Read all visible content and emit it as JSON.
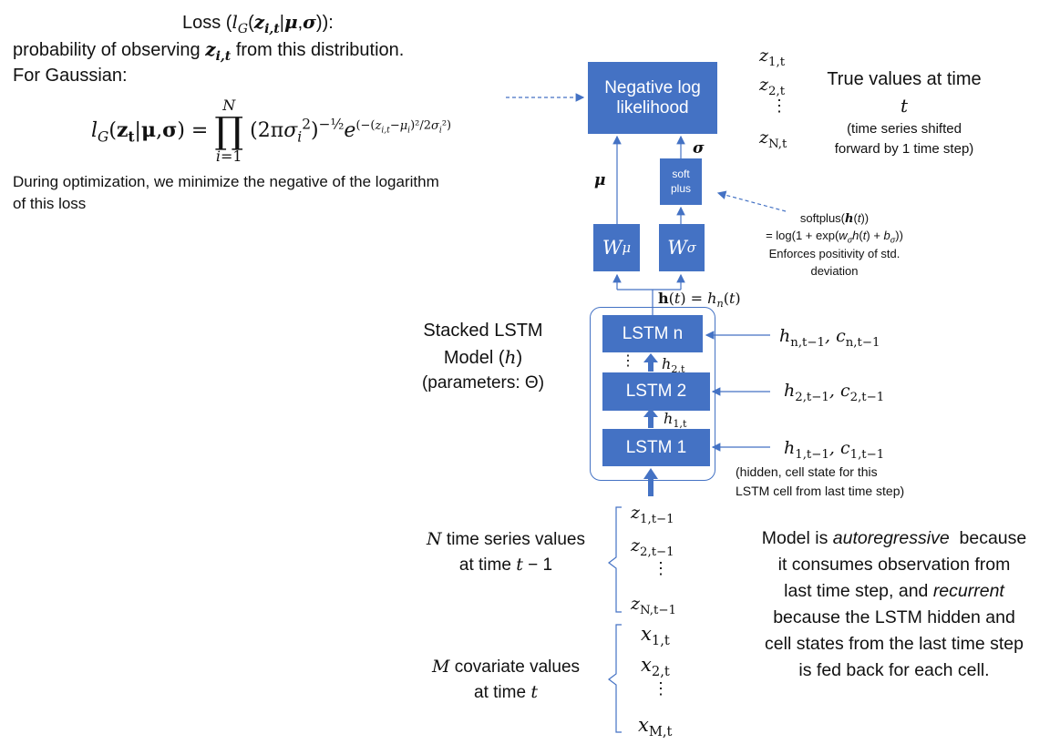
{
  "loss": {
    "title": "Loss (l_G(z_i,t|μ,σ)):",
    "line1": "probability of observing z_i,t from this distribution.",
    "line2": "For Gaussian:",
    "formula": "l_G(z_t|μ,σ) = ∏_{i=1}^{N} (2πσ_i²)^(-1/2) e^(-(z_i,t − μ_i)²/(2σ_i²))",
    "note_line1": "During optimization, we minimize the negative of the logarithm",
    "note_line2": "of this loss"
  },
  "nll_box": {
    "line1": "Negative log",
    "line2": "likelihood"
  },
  "true_values": {
    "items": [
      "z_1,t",
      "z_2,t",
      "⋮",
      "z_N,t"
    ],
    "label_line1": "True values at time",
    "label_line2": "t",
    "sub_line1": "(time series shifted",
    "sub_line2": "forward by 1 time step)"
  },
  "mu_label": "μ",
  "sigma_label": "σ",
  "softplus_box": {
    "line1": "soft",
    "line2": "plus"
  },
  "softplus_note": {
    "line1": "softplus(h(t))",
    "line2": "= log(1 + exp(w_σ h(t) + b_σ))",
    "line3": "Enforces positivity of std.",
    "line4": "deviation"
  },
  "w_mu": "W_μ",
  "w_sigma": "W_σ",
  "h_output": "h(t) = h_n(t)",
  "lstm": {
    "title_line1": "Stacked LSTM",
    "title_line2": "Model (h)",
    "title_line3": "(parameters: Θ)",
    "cells": [
      "LSTM n",
      "LSTM 2",
      "LSTM 1"
    ],
    "between": [
      "⋮",
      "h_2,t",
      "h_1,t"
    ],
    "inputs": [
      "h_n,t−1, c_n,t−1",
      "h_2,t−1, c_2,t−1",
      "h_1,t−1, c_1,t−1"
    ],
    "input_note_line1": "(hidden, cell state for this",
    "input_note_line2": "LSTM cell from last time step)"
  },
  "ts_values": {
    "label_line1": "N time series values",
    "label_line2": "at time t − 1",
    "items": [
      "z_1,t−1",
      "z_2,t−1",
      "⋮",
      "z_N,t−1"
    ]
  },
  "covariates": {
    "label_line1": "M covariate values",
    "label_line2": "at time t",
    "items": [
      "x_1,t",
      "x_2,t",
      "⋮",
      "x_M,t"
    ]
  },
  "explanation": {
    "line1": "Model is autoregressive because",
    "line2": "it consumes observation from",
    "line3": "last time step, and recurrent",
    "line4": "because the LSTM hidden and",
    "line5": "cell states from the last time step",
    "line6": "is fed back for each cell."
  },
  "colors": {
    "box_fill": "#4472C4",
    "arrow": "#4472C4",
    "text": "#111111"
  }
}
